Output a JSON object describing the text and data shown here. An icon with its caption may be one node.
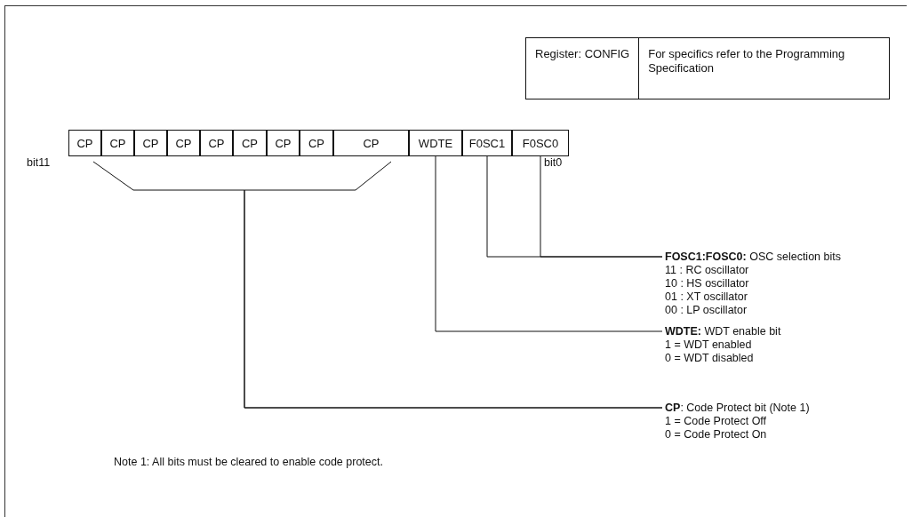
{
  "diagram": {
    "nodes": [
      {
        "text": [
          "Register:  CONFIG",
          "For specifics refer to the Programming Specification"
        ]
      },
      {
        "text": [
          "CP"
        ]
      },
      {
        "text": [
          "CP"
        ]
      },
      {
        "text": [
          "CP"
        ]
      },
      {
        "text": [
          "CP"
        ]
      },
      {
        "text": [
          "CP"
        ]
      },
      {
        "text": [
          "CP"
        ]
      },
      {
        "text": [
          "CP"
        ]
      },
      {
        "text": [
          "CP"
        ]
      },
      {
        "text": [
          "CP"
        ]
      },
      {
        "text": [
          "WDTE"
        ]
      },
      {
        "text": [
          "F0SC1"
        ]
      },
      {
        "text": [
          "F0SC0"
        ]
      },
      {
        "text": [
          "**FOSC1:FOSC0:** OSC selection bits",
          "11 : RC oscillator",
          "10 : HS oscillator",
          "01 : XT oscillator",
          "00 : LP oscillator"
        ]
      },
      {
        "text": [
          "**WDTE:**  WDT enable bit",
          "1 =  WDT enabled",
          "0 =  WDT disabled"
        ]
      },
      {
        "text": [
          "**CP**:  Code Protect bit (Note 1)",
          "1 =  Code Protect Off",
          "0 =  Code Protect On"
        ]
      }
    ],
    "edges": [
      {
        "from": 11,
        "to": 13,
        "arrow": "none"
      },
      {
        "from": 12,
        "to": 13,
        "arrow": "none"
      },
      {
        "from": 10,
        "to": 14,
        "arrow": "none"
      },
      {
        "from": 1,
        "to": 15,
        "arrow": "none"
      },
      {
        "from": 9,
        "to": 15,
        "arrow": "none"
      }
    ],
    "labels": [
      "bit11",
      "bit0",
      "Note 1: All bits must be cleared to enable code protect."
    ]
  }
}
